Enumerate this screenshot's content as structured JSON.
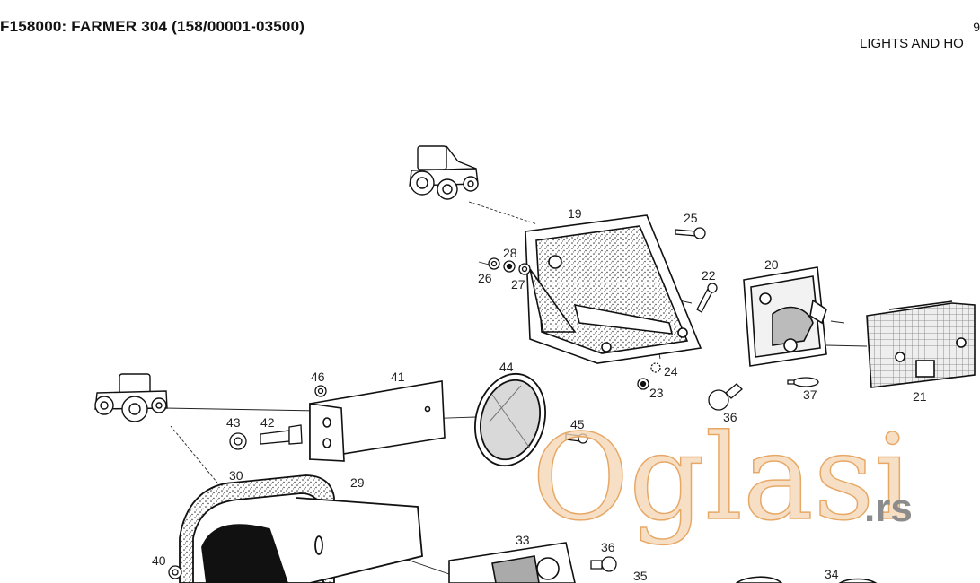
{
  "header": {
    "title": "F158000: FARMER 304 (158/00001-03500)",
    "page_number": "9",
    "section": "LIGHTS AND HO"
  },
  "callouts": {
    "c19": "19",
    "c20": "20",
    "c21": "21",
    "c22": "22",
    "c23": "23",
    "c24": "24",
    "c25": "25",
    "c26": "26",
    "c27": "27",
    "c28": "28",
    "c29": "29",
    "c30": "30",
    "c33": "33",
    "c34": "34",
    "c35": "35",
    "c36a": "36",
    "c36b": "36",
    "c37": "37",
    "c40": "40",
    "c41": "41",
    "c42": "42",
    "c43": "43",
    "c44": "44",
    "c45": "45",
    "c46": "46"
  },
  "watermark": {
    "brand": "Oglasi",
    "suffix": ".rs"
  }
}
